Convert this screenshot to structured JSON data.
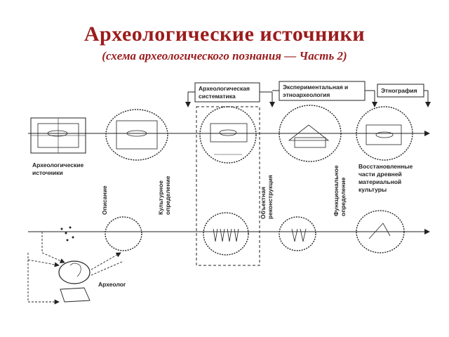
{
  "header": {
    "title": "Археологические источники",
    "subtitle": "(схема археологического познания — Часть 2)"
  },
  "boxes": {
    "systematics": [
      "Археологическая",
      "систематика"
    ],
    "experimental": [
      "Экспериментальная и",
      "этноархеология"
    ],
    "ethnography": "Этнография"
  },
  "labels": {
    "sources": [
      "Археологические",
      "источники"
    ],
    "restored": [
      "Восстановленные",
      "части древней",
      "материальной",
      "культуры"
    ],
    "archaeologist": "Археолог"
  },
  "vertical_labels": {
    "description": "Описание",
    "cultural": [
      "Культурное",
      "определение"
    ],
    "reconstruction": [
      "Объектная",
      "реконструкция"
    ],
    "functional": [
      "Функциональное",
      "определение"
    ]
  }
}
